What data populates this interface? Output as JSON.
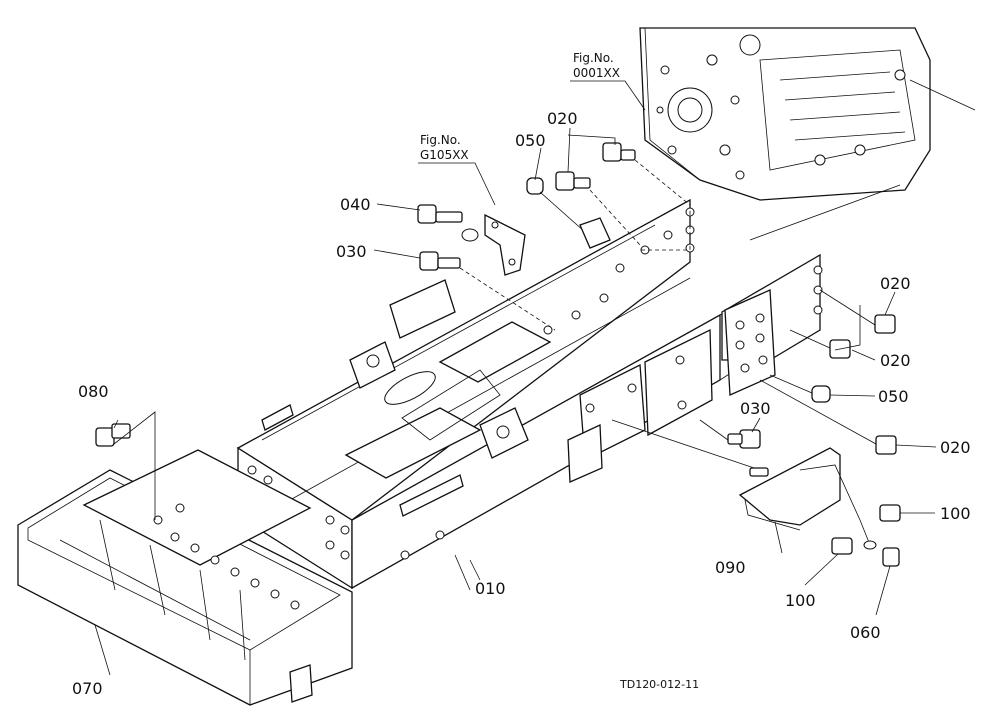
{
  "figure_refs": [
    {
      "line1": "Fig.No.",
      "line2": "0001XX"
    },
    {
      "line1": "Fig.No.",
      "line2": "G105XX"
    }
  ],
  "part_labels": {
    "p010": "010",
    "p020a": "020",
    "p020b": "020",
    "p020c": "020",
    "p020d": "020",
    "p030a": "030",
    "p030b": "030",
    "p040": "040",
    "p050a": "050",
    "p050b": "050",
    "p060": "060",
    "p070": "070",
    "p080": "080",
    "p090": "090",
    "p100a": "100",
    "p100b": "100"
  },
  "drawing_code": "TD120-012-11"
}
